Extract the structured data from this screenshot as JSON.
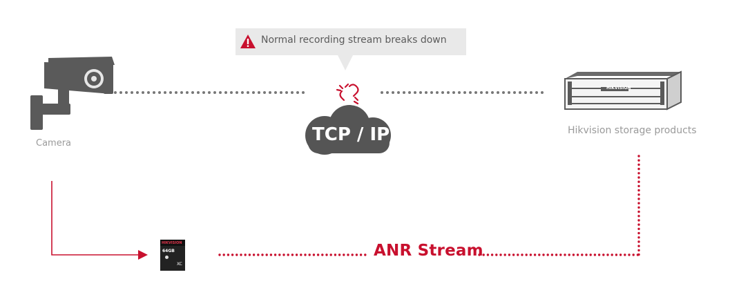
{
  "callout": {
    "text": "Normal recording stream breaks down",
    "icon": "warning-triangle-icon"
  },
  "nodes": {
    "camera_label": "Camera",
    "storage_label": "Hikvision storage products",
    "network_label": "TCP / IP",
    "storage_brand": "HIKVISION",
    "sdcard_brand": "HIKVISION",
    "sdcard_capacity": "64GB",
    "sdcard_class": "XC"
  },
  "stream": {
    "label": "ANR Stream"
  },
  "colors": {
    "accent_red": "#c8102e",
    "device_gray": "#5a5a5a",
    "dot_gray": "#777777",
    "label_gray": "#9a9a9a",
    "callout_bg": "#e9e9e9"
  }
}
